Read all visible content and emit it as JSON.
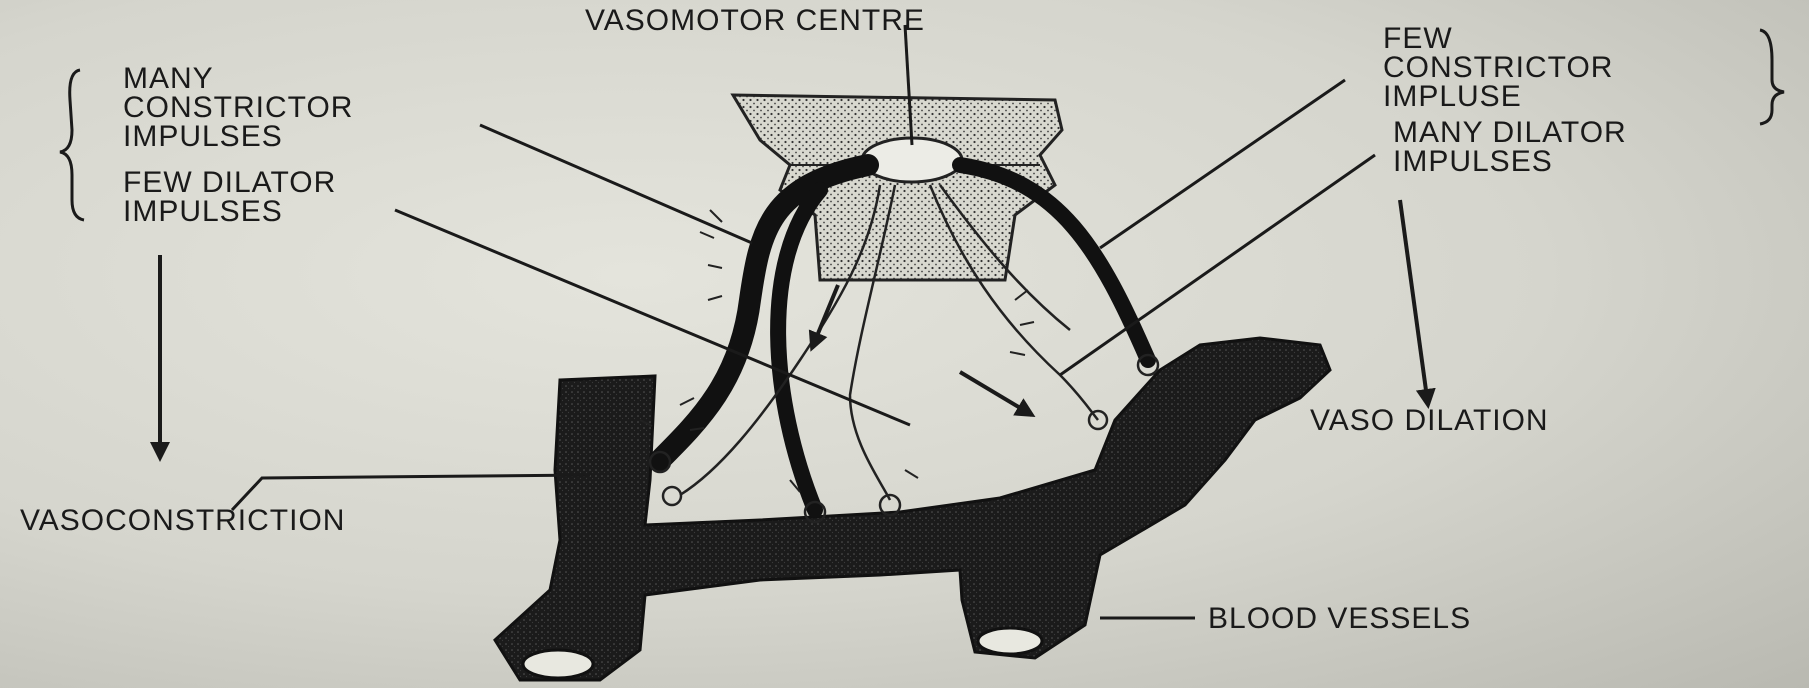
{
  "labels": {
    "vasomotor_centre": "VASOMOTOR CENTRE",
    "many_constrictor": [
      "MANY",
      "CONSTRICTOR",
      "IMPULSES"
    ],
    "few_dilator": [
      "FEW DILATOR",
      "IMPULSES"
    ],
    "few_constrictor": [
      "FEW",
      "CONSTRICTOR",
      "IMPLUSE"
    ],
    "many_dilator": [
      "MANY DILATOR",
      "IMPULSES"
    ],
    "vasoconstriction": "VASOCONSTRICTION",
    "vaso_dilation": "VASO DILATION",
    "blood_vessels": "BLOOD VESSELS"
  },
  "colors": {
    "background": "#d4d4cc",
    "ink": "#1a1a1a",
    "tissue": "#cfcfc6",
    "vessel": "#1c1c1c"
  }
}
